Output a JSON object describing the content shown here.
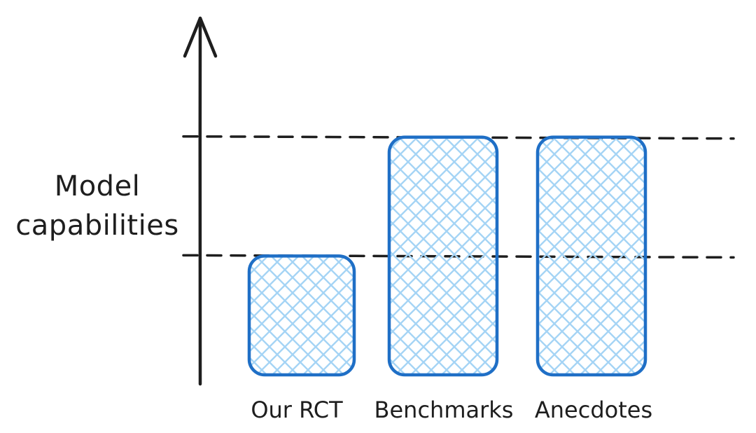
{
  "chart_data": {
    "type": "bar",
    "title": "",
    "xlabel": "",
    "ylabel": [
      "Model",
      "capabilities"
    ],
    "categories": [
      "Our RCT",
      "Benchmarks",
      "Anecdotes"
    ],
    "series": [
      {
        "ranges": [
          [
            0,
            1
          ],
          [
            0,
            2
          ],
          [
            0,
            2
          ]
        ]
      }
    ],
    "reference_lines": [
      1,
      2
    ],
    "ylim": [
      0,
      2.8
    ],
    "grid": false,
    "legend": "none",
    "colors": {
      "bar_stroke": "#1f6fc6",
      "bar_hatch": "#a5d4f5",
      "axis": "#1e1e1e",
      "reference_line": "#1e1e1e"
    }
  }
}
